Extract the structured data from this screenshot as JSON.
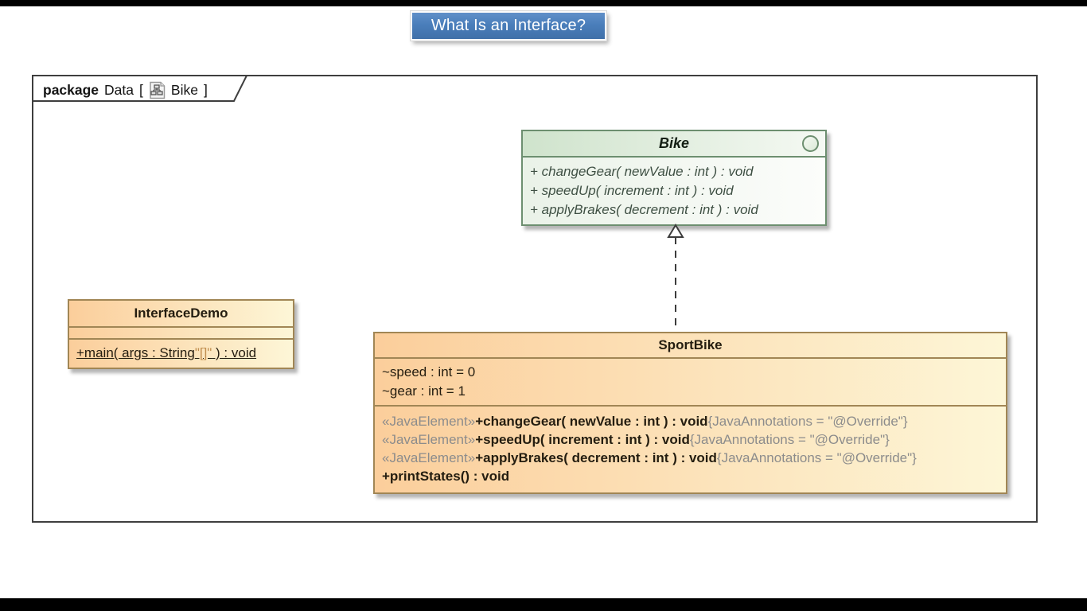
{
  "slide": {
    "title": "What Is an Interface?"
  },
  "frame": {
    "keyword": "package",
    "name": "Data",
    "bracket_open": "[",
    "diagram_name": "Bike",
    "bracket_close": "]"
  },
  "bike": {
    "title": "Bike",
    "operations": [
      "+ changeGear( newValue : int )  : void",
      "+ speedUp( increment : int )  : void",
      "+ applyBrakes( decrement : int )  : void"
    ]
  },
  "interface_demo": {
    "title": "InterfaceDemo",
    "main_prefix": "+main( args : String",
    "main_array": "\"[]\"",
    "main_suffix": " ) : void"
  },
  "sportbike": {
    "title": "SportBike",
    "attributes": [
      "~speed : int = 0",
      "~gear : int = 1"
    ],
    "operations": [
      {
        "stereotype": "«JavaElement»",
        "signature": "+changeGear( newValue : int ) : void",
        "annotation": "{JavaAnnotations = \"@Override\"}"
      },
      {
        "stereotype": "«JavaElement»",
        "signature": "+speedUp( increment : int ) : void",
        "annotation": "{JavaAnnotations = \"@Override\"}"
      },
      {
        "stereotype": "«JavaElement»",
        "signature": "+applyBrakes( decrement : int ) : void",
        "annotation": "{JavaAnnotations = \"@Override\"}"
      },
      {
        "stereotype": "",
        "signature": "+printStates() : void",
        "annotation": ""
      }
    ]
  },
  "relationships": {
    "realization": "SportBike implements Bike"
  },
  "colors": {
    "banner_blue": "#4a7ebb",
    "interface_green_border": "#6d8f70",
    "interface_green_header": "#cfe3cc",
    "class_orange_left": "#fbce9b",
    "class_cream_right": "#fdf6d7",
    "class_border_tan": "#a18655",
    "stereotype_gray": "#8c8c8c",
    "frame_border": "#3e3e3e",
    "letterbox_black": "#000000"
  }
}
